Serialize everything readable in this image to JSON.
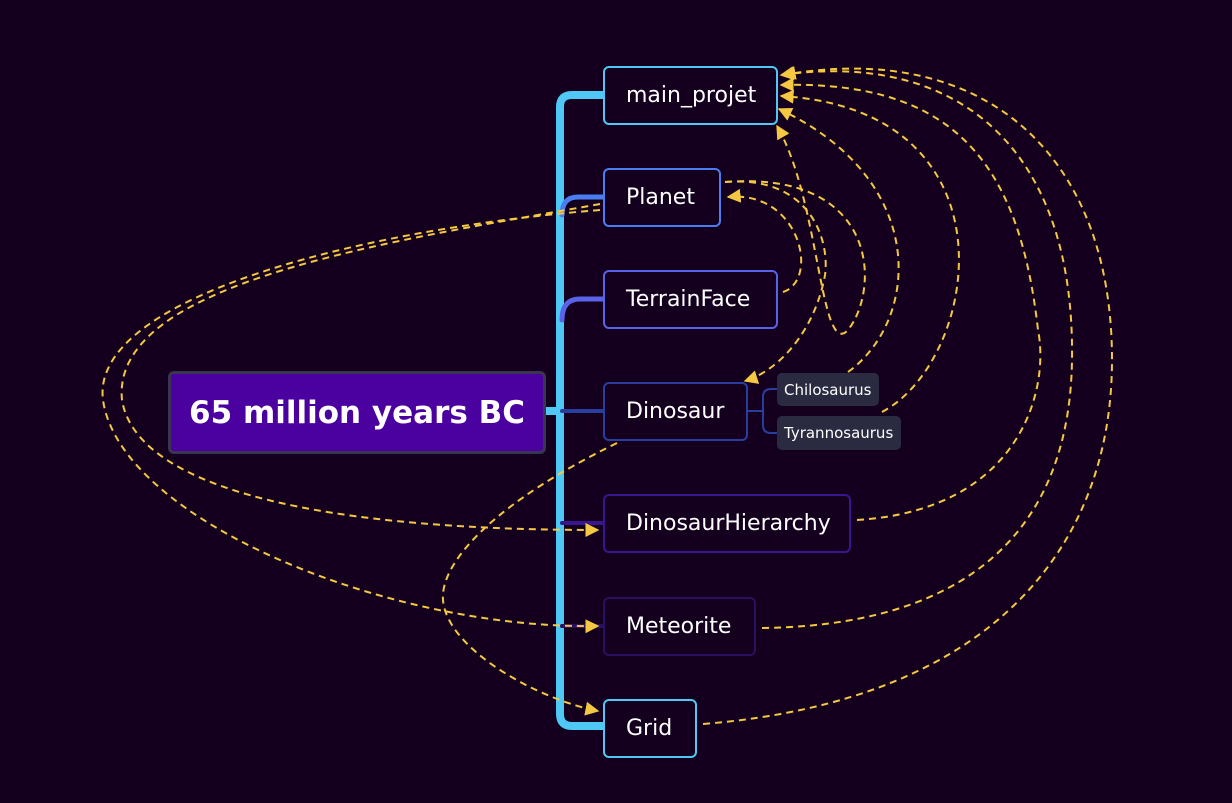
{
  "root": {
    "label": "65 million years BC"
  },
  "nodes": [
    {
      "id": "main_projet",
      "label": "main_projet"
    },
    {
      "id": "planet",
      "label": "Planet"
    },
    {
      "id": "terrainface",
      "label": "TerrainFace"
    },
    {
      "id": "dinosaur",
      "label": "Dinosaur"
    },
    {
      "id": "dinosaurhierarchy",
      "label": "DinosaurHierarchy"
    },
    {
      "id": "meteorite",
      "label": "Meteorite"
    },
    {
      "id": "grid",
      "label": "Grid"
    }
  ],
  "subnodes": [
    {
      "id": "chilosaurus",
      "label": "Chilosaurus",
      "parent": "dinosaur"
    },
    {
      "id": "tyrannosaurus",
      "label": "Tyrannosaurus",
      "parent": "dinosaur"
    }
  ],
  "links": [
    {
      "from": "planet",
      "to": "main_projet"
    },
    {
      "from": "terrainface",
      "to": "planet"
    },
    {
      "from": "planet",
      "to": "dinosaur"
    },
    {
      "from": "chilosaurus",
      "to": "main_projet"
    },
    {
      "from": "tyrannosaurus",
      "to": "main_projet"
    },
    {
      "from": "dinosaurhierarchy",
      "to": "main_projet"
    },
    {
      "from": "meteorite",
      "to": "main_projet"
    },
    {
      "from": "grid",
      "to": "main_projet"
    },
    {
      "from": "planet",
      "to": "dinosaurhierarchy"
    },
    {
      "from": "planet",
      "to": "meteorite"
    },
    {
      "from": "dinosaur",
      "to": "grid"
    }
  ],
  "colors": {
    "background": "#14001e",
    "root_fill": "#4b00a0",
    "trunk": "#4fc8f5",
    "link": "#f5c842"
  }
}
